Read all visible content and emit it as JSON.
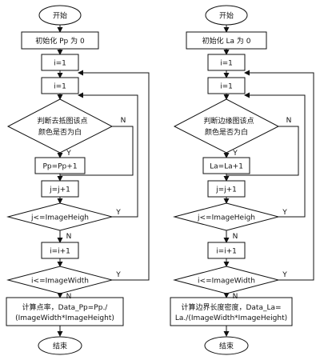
{
  "left_flow": {
    "start": "开始",
    "init": "初始化 Pp 为 0",
    "set_i": "i=1",
    "set_j": "i=1",
    "cond_pixel_line1": "判断去抵图该点",
    "cond_pixel_line2": "颜色是否为白",
    "incr_count": "Pp=Pp+1",
    "incr_j": "j=j+1",
    "cond_height": "j<=ImageHeigh",
    "incr_i": "i=i+1",
    "cond_width": "i<=ImageWidth",
    "compute_line1": "计算点率，Data_Pp=Pp./",
    "compute_line2": "(ImageWidth*ImageHeight)",
    "end": "结束",
    "yes": "Y",
    "no": "N"
  },
  "right_flow": {
    "start": "开始",
    "init": "初始化 La 为 0",
    "set_i": "i=1",
    "set_j": "i=1",
    "cond_pixel_line1": "判断边缘图该点",
    "cond_pixel_line2": "颜色是否为白",
    "incr_count": "La=La+1",
    "incr_j": "j=j+1",
    "cond_height": "j<=ImageHeigh",
    "incr_i": "i=i+1",
    "cond_width": "i<=ImageWidth",
    "compute_line1": "计算边界长度密度，Data_La=",
    "compute_line2": "La./(ImageWidth*ImageHeight)",
    "end": "结束",
    "yes": "Y",
    "no": "N"
  }
}
